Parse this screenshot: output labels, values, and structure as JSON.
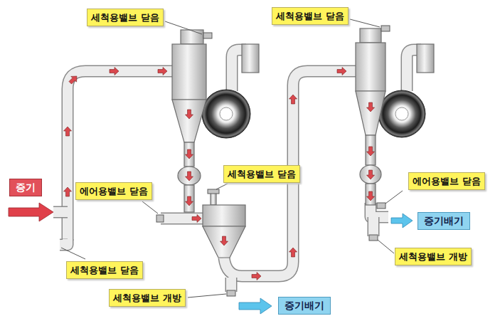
{
  "diagram": {
    "nodes": [
      {
        "text": [
          "세척용밸브 닫음"
        ]
      },
      {
        "text": [
          "세척용밸브 닫음"
        ]
      },
      {
        "text": [
          "증기"
        ]
      },
      {
        "text": [
          "에어용밸브 닫음"
        ]
      },
      {
        "text": [
          "세척용밸브 닫음"
        ]
      },
      {
        "text": [
          "에어용밸브 닫음"
        ]
      },
      {
        "text": [
          "증기배기"
        ]
      },
      {
        "text": [
          "세척용밸브 개방"
        ]
      },
      {
        "text": [
          "세척용밸브 닫음"
        ]
      },
      {
        "text": [
          "세척용밸브 개방"
        ]
      },
      {
        "text": [
          "증기배기"
        ]
      }
    ]
  }
}
